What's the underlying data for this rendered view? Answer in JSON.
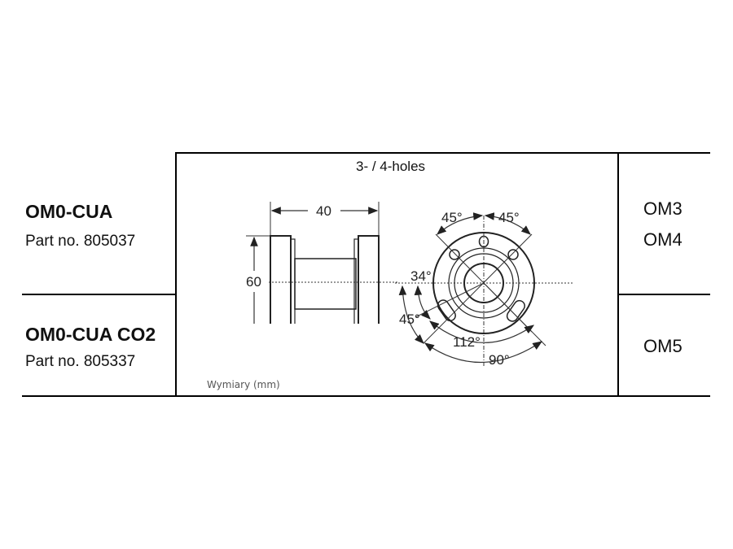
{
  "rows": [
    {
      "model": "OM0-CUA",
      "part_number": "Part no. 805037",
      "fiber_types": [
        "OM3",
        "OM4"
      ]
    },
    {
      "model": "OM0-CUA CO2",
      "part_number": "Part no. 805337",
      "fiber_types": [
        "OM5"
      ]
    }
  ],
  "drawing": {
    "caption": "3- / 4-holes",
    "units_note": "Wymiary (mm)",
    "side_view": {
      "width_dim": "40",
      "height_dim": "60"
    },
    "front_view": {
      "angle_top_left": "45°",
      "angle_top_right": "45°",
      "angle_left_upper": "34°",
      "angle_left_lower": "45°",
      "angle_bottom_inner": "112°",
      "angle_bottom_outer": "90°"
    }
  }
}
